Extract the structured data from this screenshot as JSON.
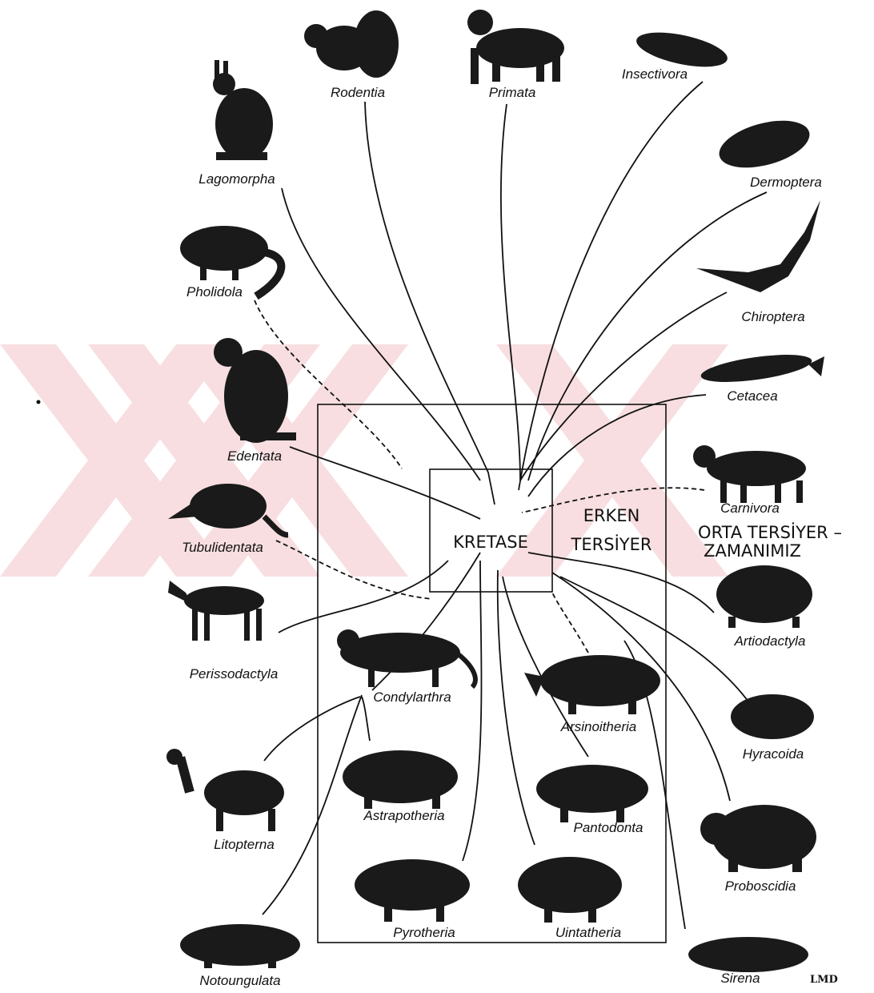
{
  "diagram": {
    "center_label": "KRETASE",
    "period_early_line1": "ERKEN",
    "period_early_line2": "TERSİYER",
    "period_mid_line1": "ORTA TERSİYER –",
    "period_mid_line2": "ZAMANIMIZ",
    "signature": "LMD",
    "taxa": [
      {
        "id": "rodentia",
        "label": "Rodentia"
      },
      {
        "id": "primata",
        "label": "Primata"
      },
      {
        "id": "insectivora",
        "label": "Insectivora"
      },
      {
        "id": "lagomorpha",
        "label": "Lagomorpha"
      },
      {
        "id": "dermoptera",
        "label": "Dermoptera"
      },
      {
        "id": "pholidota",
        "label": "Pholidola"
      },
      {
        "id": "chiroptera",
        "label": "Chiroptera"
      },
      {
        "id": "cetacea",
        "label": "Cetacea"
      },
      {
        "id": "edentata",
        "label": "Edentata"
      },
      {
        "id": "carnivora",
        "label": "Carnivora"
      },
      {
        "id": "tubulidentata",
        "label": "Tubulidentata"
      },
      {
        "id": "perissodactyla",
        "label": "Perissodactyla"
      },
      {
        "id": "artiodactyla",
        "label": "Artiodactyla"
      },
      {
        "id": "condylarthra",
        "label": "Condylarthra"
      },
      {
        "id": "arsinoitheria",
        "label": "Arsinoitheria"
      },
      {
        "id": "hyracoida",
        "label": "Hyracoida"
      },
      {
        "id": "litopterna",
        "label": "Litopterna"
      },
      {
        "id": "astrapotheria",
        "label": "Astrapotheria"
      },
      {
        "id": "pantodonta",
        "label": "Pantodonta"
      },
      {
        "id": "proboscidia",
        "label": "Proboscidia"
      },
      {
        "id": "pyrotheria",
        "label": "Pyrotheria"
      },
      {
        "id": "uintatheria",
        "label": "Uintatheria"
      },
      {
        "id": "notoungulata",
        "label": "Notoungulata"
      },
      {
        "id": "sirena",
        "label": "Sirena"
      }
    ]
  },
  "colors": {
    "ink": "#111111",
    "watermark": "#f3c4c8"
  }
}
